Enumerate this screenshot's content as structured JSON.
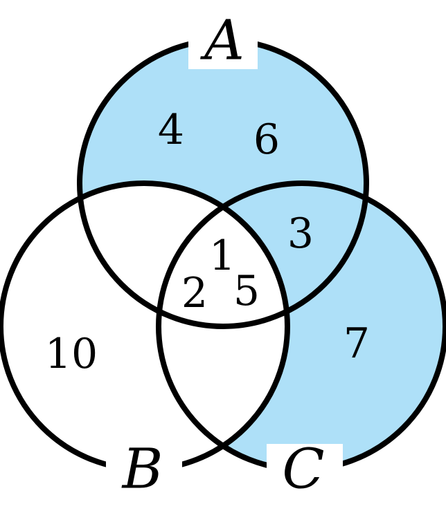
{
  "colors": {
    "shade": "#aee0f8",
    "stroke": "#000000",
    "background": "#ffffff"
  },
  "sets": {
    "A": {
      "label": "A"
    },
    "B": {
      "label": "B"
    },
    "C": {
      "label": "C"
    }
  },
  "regions": {
    "a_only": [
      "4",
      "6"
    ],
    "a_c_only": "3",
    "a_b_c": [
      "1",
      "2",
      "5"
    ],
    "b_only": "10",
    "c_only": "7"
  }
}
